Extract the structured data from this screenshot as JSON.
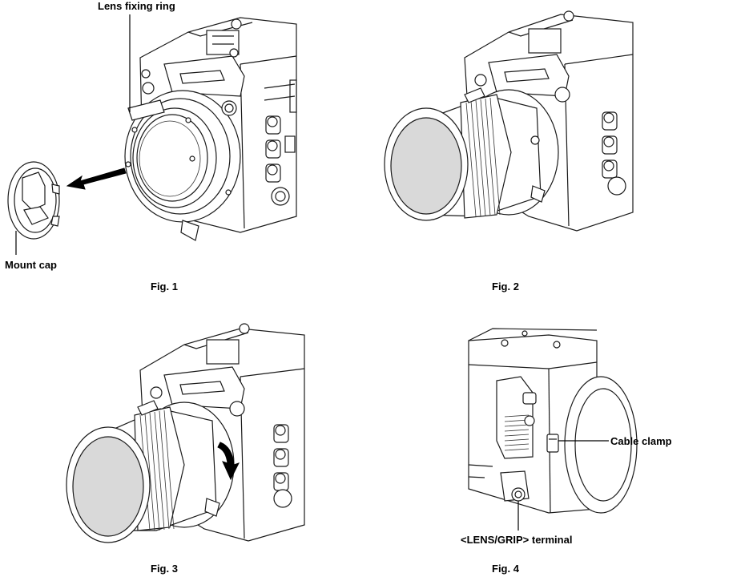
{
  "figures": [
    {
      "caption": "Fig. 1",
      "labels": {
        "top": "Lens fixing ring",
        "bottom": "Mount cap"
      }
    },
    {
      "caption": "Fig. 2"
    },
    {
      "caption": "Fig. 3"
    },
    {
      "caption": "Fig. 4",
      "labels": {
        "right": "Cable clamp",
        "bottom": "<LENS/GRIP> terminal"
      }
    }
  ],
  "colors": {
    "line": "#1a1a1a",
    "lens_glass": "#d9d9d9",
    "background": "#ffffff"
  },
  "icons": [
    "camera-body-drawing",
    "lens-mount-drawing",
    "mount-cap-drawing",
    "direction-arrow-icon",
    "rotation-arrow-icon",
    "lens-drawing"
  ]
}
